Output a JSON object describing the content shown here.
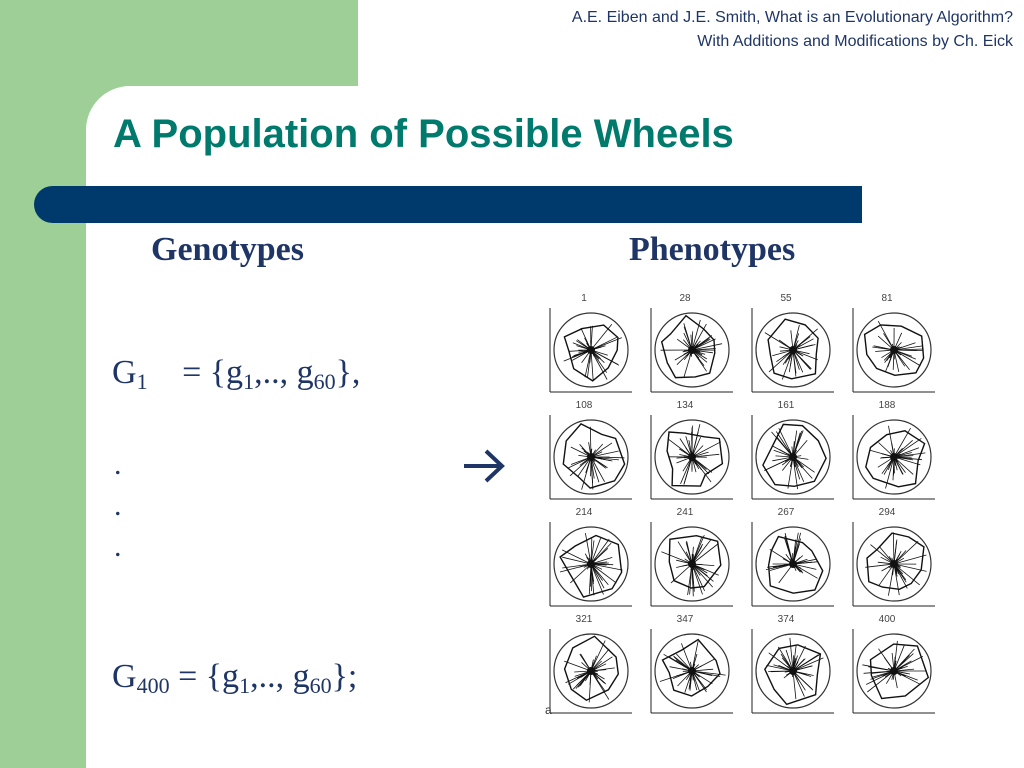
{
  "header": {
    "credit_line1": "A.E. Eiben and J.E. Smith, What is an Evolutionary Algorithm?",
    "credit_line2": "With Additions and Modifications by Ch. Eick"
  },
  "slide": {
    "title": "A Population of Possible Wheels",
    "left_heading": "Genotypes",
    "right_heading": "Phenotypes"
  },
  "genotypes": {
    "first": {
      "name": "G",
      "sub": "1",
      "eq": " = {g",
      "g1_sub": "1",
      "mid": ",.., g",
      "g60_sub": "60",
      "end": "},"
    },
    "dots": [
      ".",
      ".",
      "."
    ],
    "last": {
      "name": "G",
      "sub": "400",
      "eq": " = {g",
      "g1_sub": "1",
      "mid": ",.., g",
      "g60_sub": "60",
      "end": "};"
    }
  },
  "arrow": {
    "icon": "right-arrow-icon"
  },
  "phenotypes": {
    "labels": [
      "1",
      "28",
      "55",
      "81",
      "108",
      "134",
      "161",
      "188",
      "214",
      "241",
      "267",
      "294",
      "321",
      "347",
      "374",
      "400"
    ],
    "figure_label": "a"
  },
  "colors": {
    "green": "#9dcf97",
    "title_teal": "#007a6c",
    "navy_bar": "#003a6c",
    "text_navy": "#1f3566"
  }
}
